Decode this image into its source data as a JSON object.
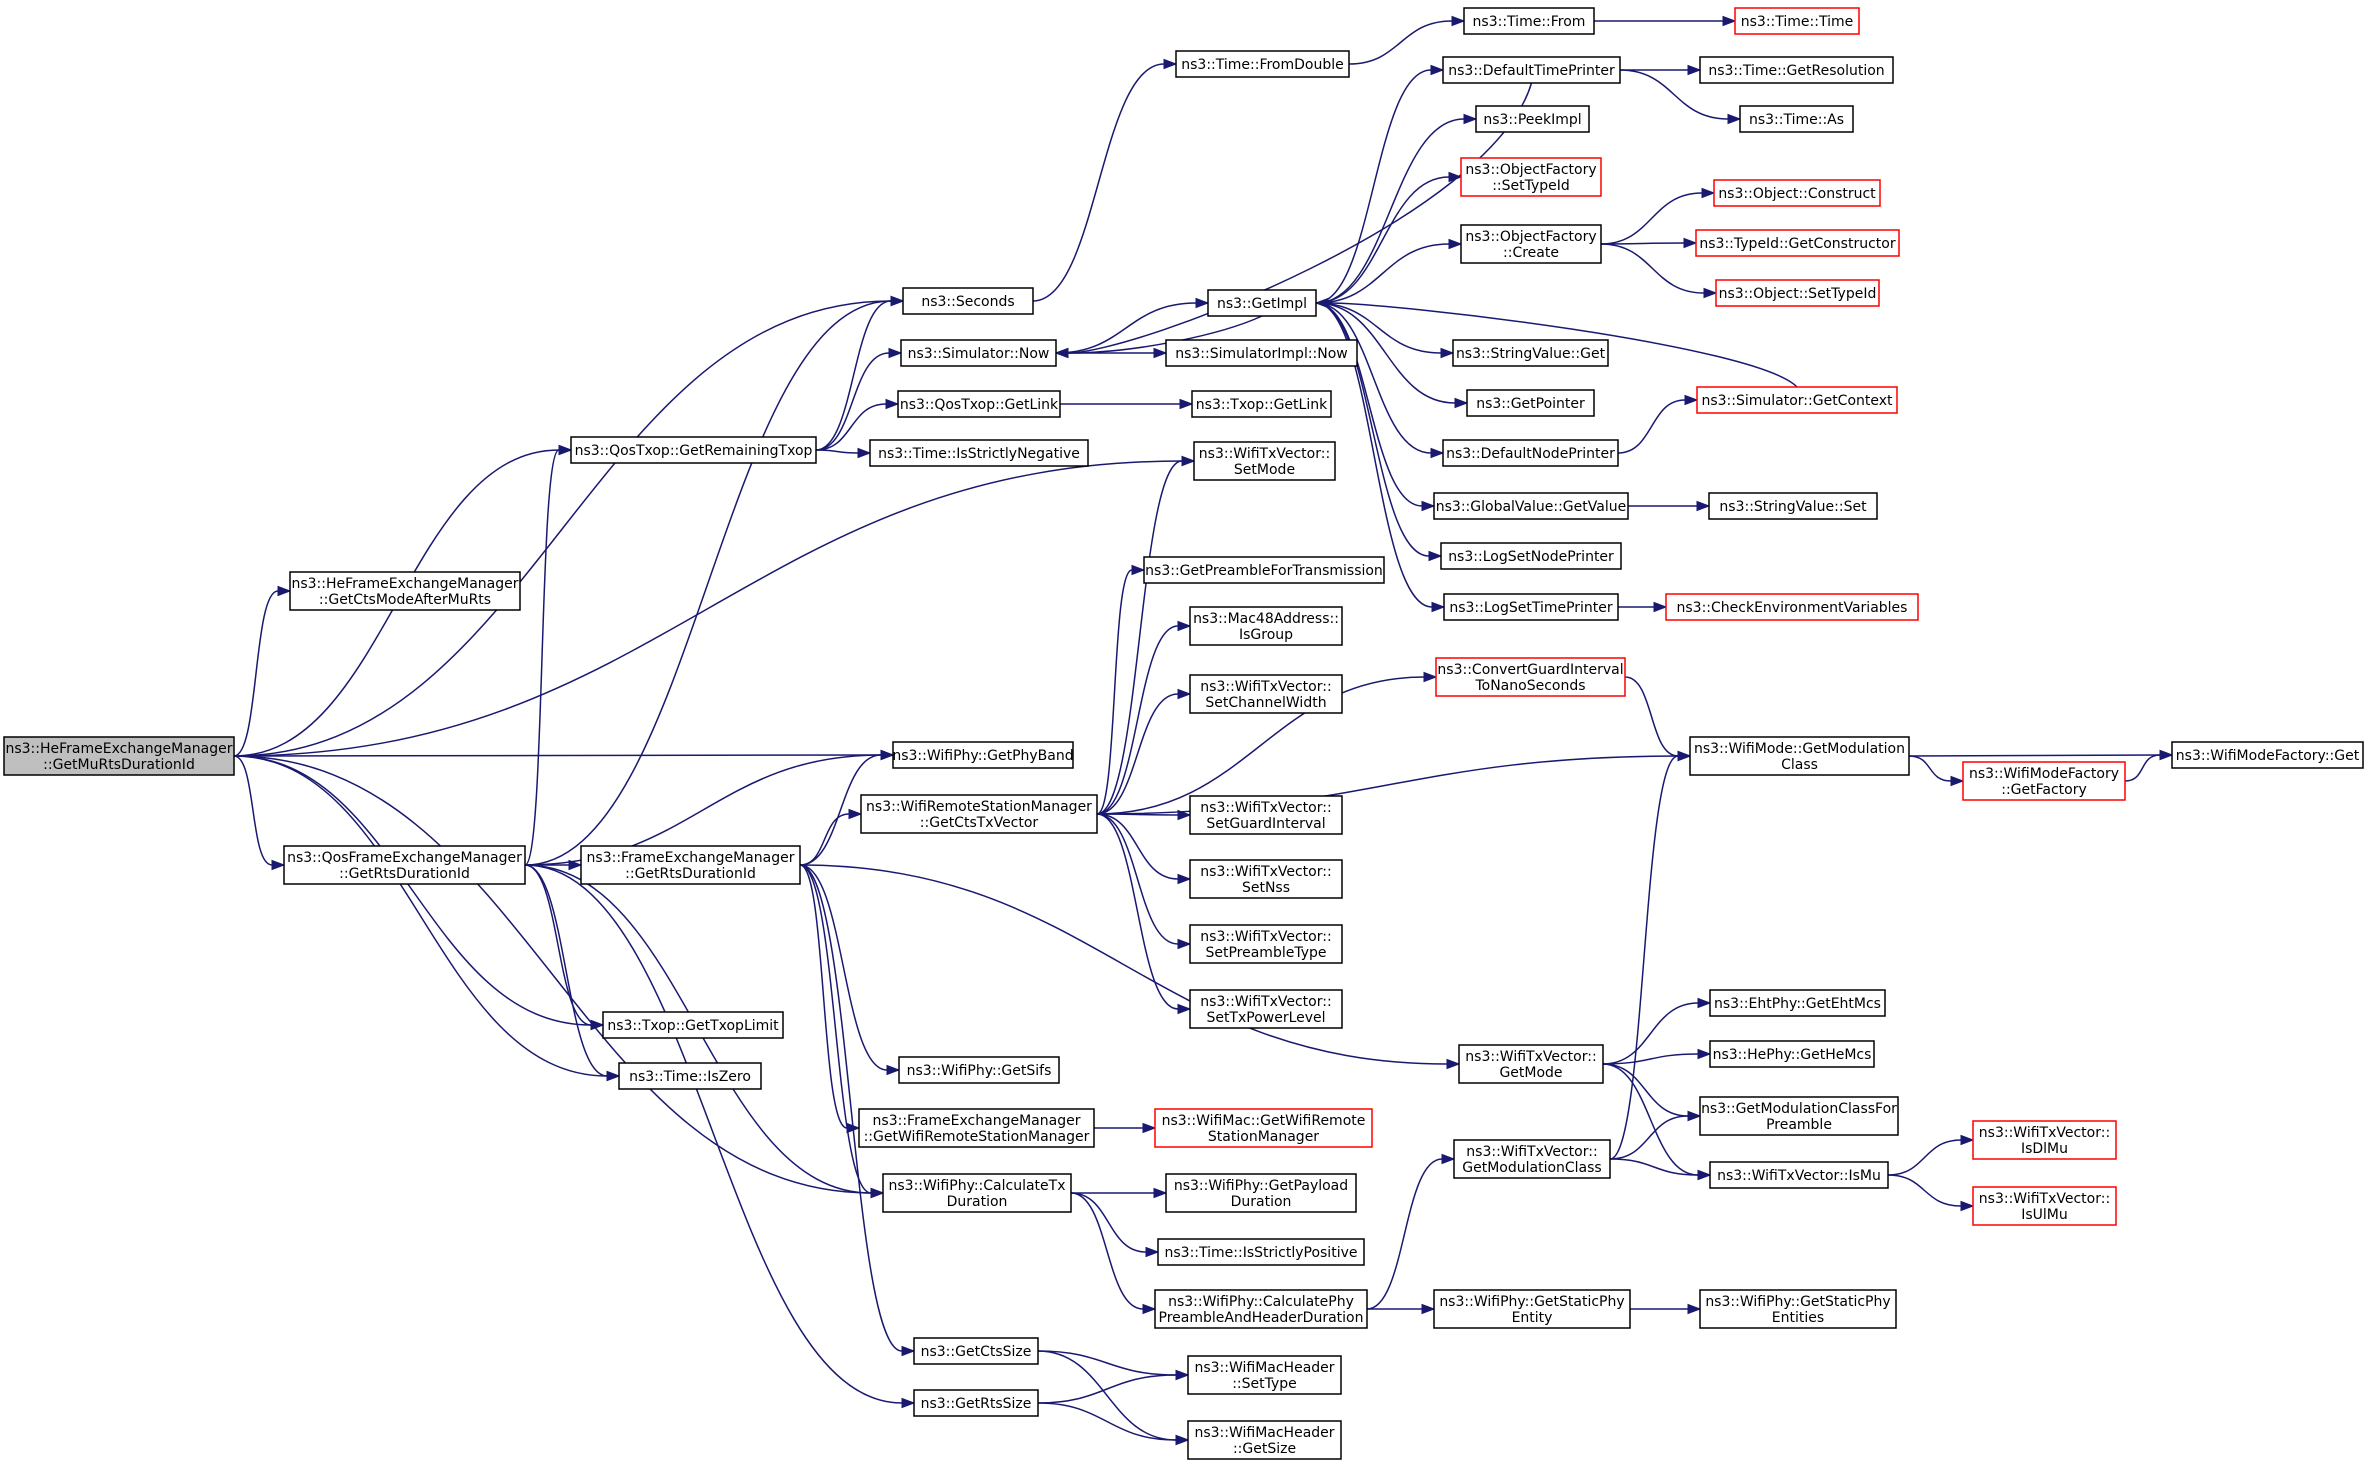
{
  "diagram": {
    "nodes": [
      {
        "id": "root",
        "lines": [
          "ns3::HeFrameExchangeManager",
          "::GetMuRtsDurationId"
        ],
        "red": false,
        "root": true
      },
      {
        "id": "seconds",
        "lines": [
          "ns3::Seconds"
        ],
        "red": false
      },
      {
        "id": "getctsmode",
        "lines": [
          "ns3::HeFrameExchangeManager",
          "::GetCtsModeAfterMuRts"
        ],
        "red": false
      },
      {
        "id": "getremtxop",
        "lines": [
          "ns3::QosTxop::GetRemainingTxop"
        ],
        "red": false
      },
      {
        "id": "getphyband",
        "lines": [
          "ns3::WifiPhy::GetPhyBand"
        ],
        "red": false
      },
      {
        "id": "qosgetrts",
        "lines": [
          "ns3::QosFrameExchangeManager",
          "::GetRtsDurationId"
        ],
        "red": false
      },
      {
        "id": "txoplimit",
        "lines": [
          "ns3::Txop::GetTxopLimit"
        ],
        "red": false
      },
      {
        "id": "iszero",
        "lines": [
          "ns3::Time::IsZero"
        ],
        "red": false
      },
      {
        "id": "fromdouble",
        "lines": [
          "ns3::Time::FromDouble"
        ],
        "red": false
      },
      {
        "id": "simnow",
        "lines": [
          "ns3::Simulator::Now"
        ],
        "red": false
      },
      {
        "id": "qosgetlink",
        "lines": [
          "ns3::QosTxop::GetLink"
        ],
        "red": false
      },
      {
        "id": "isstrictneg",
        "lines": [
          "ns3::Time::IsStrictlyNegative"
        ],
        "red": false
      },
      {
        "id": "femgetrts",
        "lines": [
          "ns3::FrameExchangeManager",
          "::GetRtsDurationId"
        ],
        "red": false
      },
      {
        "id": "getctstxv",
        "lines": [
          "ns3::WifiRemoteStationManager",
          "::GetCtsTxVector"
        ],
        "red": false
      },
      {
        "id": "getsifs",
        "lines": [
          "ns3::WifiPhy::GetSifs"
        ],
        "red": false
      },
      {
        "id": "femgetwrsm",
        "lines": [
          "ns3::FrameExchangeManager",
          "::GetWifiRemoteStationManager"
        ],
        "red": false
      },
      {
        "id": "calctx",
        "lines": [
          "ns3::WifiPhy::CalculateTx",
          "Duration"
        ],
        "red": false
      },
      {
        "id": "getctssize",
        "lines": [
          "ns3::GetCtsSize"
        ],
        "red": false
      },
      {
        "id": "getrtssize",
        "lines": [
          "ns3::GetRtsSize"
        ],
        "red": false
      },
      {
        "id": "timefrom",
        "lines": [
          "ns3::Time::From"
        ],
        "red": false
      },
      {
        "id": "timetime",
        "lines": [
          "ns3::Time::Time"
        ],
        "red": true
      },
      {
        "id": "defprinter",
        "lines": [
          "ns3::DefaultTimePrinter"
        ],
        "red": false
      },
      {
        "id": "getres",
        "lines": [
          "ns3::Time::GetResolution"
        ],
        "red": false
      },
      {
        "id": "timeas",
        "lines": [
          "ns3::Time::As"
        ],
        "red": false
      },
      {
        "id": "peekimpl",
        "lines": [
          "ns3::PeekImpl"
        ],
        "red": false
      },
      {
        "id": "ofsettype",
        "lines": [
          "ns3::ObjectFactory",
          "::SetTypeId"
        ],
        "red": true
      },
      {
        "id": "ofcreate",
        "lines": [
          "ns3::ObjectFactory",
          "::Create"
        ],
        "red": false
      },
      {
        "id": "objconstruct",
        "lines": [
          "ns3::Object::Construct"
        ],
        "red": true
      },
      {
        "id": "getconstructor",
        "lines": [
          "ns3::TypeId::GetConstructor"
        ],
        "red": true
      },
      {
        "id": "objsettype",
        "lines": [
          "ns3::Object::SetTypeId"
        ],
        "red": true
      },
      {
        "id": "getimpl",
        "lines": [
          "ns3::GetImpl"
        ],
        "red": false
      },
      {
        "id": "simimplnow",
        "lines": [
          "ns3::SimulatorImpl::Now"
        ],
        "red": false
      },
      {
        "id": "strvalget",
        "lines": [
          "ns3::StringValue::Get"
        ],
        "red": false
      },
      {
        "id": "getpointer",
        "lines": [
          "ns3::GetPointer"
        ],
        "red": false
      },
      {
        "id": "simgetctx",
        "lines": [
          "ns3::Simulator::GetContext"
        ],
        "red": true
      },
      {
        "id": "defnodeprinter",
        "lines": [
          "ns3::DefaultNodePrinter"
        ],
        "red": false
      },
      {
        "id": "gvgetvalue",
        "lines": [
          "ns3::GlobalValue::GetValue"
        ],
        "red": false
      },
      {
        "id": "strvalset",
        "lines": [
          "ns3::StringValue::Set"
        ],
        "red": false
      },
      {
        "id": "logsetnode",
        "lines": [
          "ns3::LogSetNodePrinter"
        ],
        "red": false
      },
      {
        "id": "logsettime",
        "lines": [
          "ns3::LogSetTimePrinter"
        ],
        "red": false
      },
      {
        "id": "checkenv",
        "lines": [
          "ns3::CheckEnvironmentVariables"
        ],
        "red": true
      },
      {
        "id": "txgetlink",
        "lines": [
          "ns3::Txop::GetLink"
        ],
        "red": false
      },
      {
        "id": "txvsetmode",
        "lines": [
          "ns3::WifiTxVector::",
          "SetMode"
        ],
        "red": false
      },
      {
        "id": "getpreamble",
        "lines": [
          "ns3::GetPreambleForTransmission"
        ],
        "red": false
      },
      {
        "id": "macisgroup",
        "lines": [
          "ns3::Mac48Address::",
          "IsGroup"
        ],
        "red": false
      },
      {
        "id": "convertgi",
        "lines": [
          "ns3::ConvertGuardInterval",
          "ToNanoSeconds"
        ],
        "red": true
      },
      {
        "id": "setchwidth",
        "lines": [
          "ns3::WifiTxVector::",
          "SetChannelWidth"
        ],
        "red": false
      },
      {
        "id": "wmgetmodclass",
        "lines": [
          "ns3::WifiMode::GetModulation",
          "Class"
        ],
        "red": false
      },
      {
        "id": "wmfget",
        "lines": [
          "ns3::WifiModeFactory::Get"
        ],
        "red": false
      },
      {
        "id": "wmfgetfactory",
        "lines": [
          "ns3::WifiModeFactory",
          "::GetFactory"
        ],
        "red": true
      },
      {
        "id": "setgi",
        "lines": [
          "ns3::WifiTxVector::",
          "SetGuardInterval"
        ],
        "red": false
      },
      {
        "id": "setnss",
        "lines": [
          "ns3::WifiTxVector::",
          "SetNss"
        ],
        "red": false
      },
      {
        "id": "setpreamble",
        "lines": [
          "ns3::WifiTxVector::",
          "SetPreambleType"
        ],
        "red": false
      },
      {
        "id": "settxpower",
        "lines": [
          "ns3::WifiTxVector::",
          "SetTxPowerLevel"
        ],
        "red": false
      },
      {
        "id": "txvgetmode",
        "lines": [
          "ns3::WifiTxVector::",
          "GetMode"
        ],
        "red": false
      },
      {
        "id": "getehtmcs",
        "lines": [
          "ns3::EhtPhy::GetEhtMcs"
        ],
        "red": false
      },
      {
        "id": "gethemcs",
        "lines": [
          "ns3::HePhy::GetHeMcs"
        ],
        "red": false
      },
      {
        "id": "getmodforpre",
        "lines": [
          "ns3::GetModulationClassFor",
          "Preamble"
        ],
        "red": false
      },
      {
        "id": "txvgetmodclass",
        "lines": [
          "ns3::WifiTxVector::",
          "GetModulationClass"
        ],
        "red": false
      },
      {
        "id": "txvismu",
        "lines": [
          "ns3::WifiTxVector::IsMu"
        ],
        "red": false
      },
      {
        "id": "isdlmu",
        "lines": [
          "ns3::WifiTxVector::",
          "IsDlMu"
        ],
        "red": true
      },
      {
        "id": "isulmu",
        "lines": [
          "ns3::WifiTxVector::",
          "IsUlMu"
        ],
        "red": true
      },
      {
        "id": "getwrsm",
        "lines": [
          "ns3::WifiMac::GetWifiRemote",
          "StationManager"
        ],
        "red": true
      },
      {
        "id": "getpayload",
        "lines": [
          "ns3::WifiPhy::GetPayload",
          "Duration"
        ],
        "red": false
      },
      {
        "id": "isstrictpos",
        "lines": [
          "ns3::Time::IsStrictlyPositive"
        ],
        "red": false
      },
      {
        "id": "calcphypre",
        "lines": [
          "ns3::WifiPhy::CalculatePhy",
          "PreambleAndHeaderDuration"
        ],
        "red": false
      },
      {
        "id": "getstaticphy",
        "lines": [
          "ns3::WifiPhy::GetStaticPhy",
          "Entity"
        ],
        "red": false
      },
      {
        "id": "getstaticphys",
        "lines": [
          "ns3::WifiPhy::GetStaticPhy",
          "Entities"
        ],
        "red": false
      },
      {
        "id": "settype",
        "lines": [
          "ns3::WifiMacHeader",
          "::SetType"
        ],
        "red": false
      },
      {
        "id": "getsize",
        "lines": [
          "ns3::WifiMacHeader",
          "::GetSize"
        ],
        "red": false
      }
    ],
    "edges": [
      [
        "root",
        "seconds"
      ],
      [
        "root",
        "getctsmode"
      ],
      [
        "root",
        "getremtxop"
      ],
      [
        "root",
        "txvsetmode"
      ],
      [
        "root",
        "getphyband"
      ],
      [
        "root",
        "qosgetrts"
      ],
      [
        "root",
        "txoplimit"
      ],
      [
        "root",
        "iszero"
      ],
      [
        "root",
        "calctx"
      ],
      [
        "seconds",
        "fromdouble"
      ],
      [
        "fromdouble",
        "timefrom"
      ],
      [
        "timefrom",
        "timetime"
      ],
      [
        "getremtxop",
        "seconds"
      ],
      [
        "getremtxop",
        "simnow"
      ],
      [
        "getremtxop",
        "qosgetlink"
      ],
      [
        "getremtxop",
        "isstrictneg"
      ],
      [
        "qosgetlink",
        "txgetlink"
      ],
      [
        "simnow",
        "getimpl"
      ],
      [
        "simnow",
        "simimplnow"
      ],
      [
        "defprinter",
        "getres"
      ],
      [
        "defprinter",
        "timeas"
      ],
      [
        "defprinter",
        "simnow"
      ],
      [
        "getimpl",
        "defprinter"
      ],
      [
        "getimpl",
        "peekimpl"
      ],
      [
        "getimpl",
        "ofsettype"
      ],
      [
        "getimpl",
        "ofcreate"
      ],
      [
        "getimpl",
        "strvalget"
      ],
      [
        "getimpl",
        "getpointer"
      ],
      [
        "getimpl",
        "defnodeprinter"
      ],
      [
        "getimpl",
        "gvgetvalue"
      ],
      [
        "getimpl",
        "logsetnode"
      ],
      [
        "getimpl",
        "logsettime"
      ],
      [
        "getimpl",
        "simnow"
      ],
      [
        "ofcreate",
        "objconstruct"
      ],
      [
        "ofcreate",
        "getconstructor"
      ],
      [
        "ofcreate",
        "objsettype"
      ],
      [
        "simgetctx",
        "getimpl"
      ],
      [
        "defnodeprinter",
        "simgetctx"
      ],
      [
        "gvgetvalue",
        "strvalset"
      ],
      [
        "logsettime",
        "checkenv"
      ],
      [
        "qosgetrts",
        "seconds"
      ],
      [
        "qosgetrts",
        "getremtxop"
      ],
      [
        "qosgetrts",
        "getphyband"
      ],
      [
        "qosgetrts",
        "femgetrts"
      ],
      [
        "qosgetrts",
        "txoplimit"
      ],
      [
        "qosgetrts",
        "iszero"
      ],
      [
        "qosgetrts",
        "calctx"
      ],
      [
        "qosgetrts",
        "getrtssize"
      ],
      [
        "femgetrts",
        "getctstxv"
      ],
      [
        "femgetrts",
        "getphyband"
      ],
      [
        "femgetrts",
        "txvgetmode"
      ],
      [
        "femgetrts",
        "getsifs"
      ],
      [
        "femgetrts",
        "femgetwrsm"
      ],
      [
        "femgetrts",
        "calctx"
      ],
      [
        "femgetrts",
        "getctssize"
      ],
      [
        "getctstxv",
        "txvsetmode"
      ],
      [
        "getctstxv",
        "getpreamble"
      ],
      [
        "getctstxv",
        "macisgroup"
      ],
      [
        "getctstxv",
        "convertgi"
      ],
      [
        "getctstxv",
        "setchwidth"
      ],
      [
        "getctstxv",
        "wmgetmodclass"
      ],
      [
        "getctstxv",
        "setgi"
      ],
      [
        "getctstxv",
        "setnss"
      ],
      [
        "getctstxv",
        "setpreamble"
      ],
      [
        "getctstxv",
        "settxpower"
      ],
      [
        "convertgi",
        "wmgetmodclass"
      ],
      [
        "wmgetmodclass",
        "wmfget"
      ],
      [
        "wmgetmodclass",
        "wmfgetfactory"
      ],
      [
        "wmfgetfactory",
        "wmfget"
      ],
      [
        "txvgetmode",
        "getehtmcs"
      ],
      [
        "txvgetmode",
        "gethemcs"
      ],
      [
        "txvgetmode",
        "getmodforpre"
      ],
      [
        "txvgetmode",
        "txvismu"
      ],
      [
        "txvgetmodclass",
        "getmodforpre"
      ],
      [
        "txvgetmodclass",
        "txvismu"
      ],
      [
        "txvgetmodclass",
        "wmgetmodclass"
      ],
      [
        "txvismu",
        "isdlmu"
      ],
      [
        "txvismu",
        "isulmu"
      ],
      [
        "femgetwrsm",
        "getwrsm"
      ],
      [
        "calctx",
        "getpayload"
      ],
      [
        "calctx",
        "isstrictpos"
      ],
      [
        "calctx",
        "calcphypre"
      ],
      [
        "calcphypre",
        "txvgetmodclass"
      ],
      [
        "calcphypre",
        "getstaticphy"
      ],
      [
        "getstaticphy",
        "getstaticphys"
      ],
      [
        "getctssize",
        "settype"
      ],
      [
        "getctssize",
        "getsize"
      ],
      [
        "getrtssize",
        "settype"
      ],
      [
        "getrtssize",
        "getsize"
      ]
    ]
  }
}
